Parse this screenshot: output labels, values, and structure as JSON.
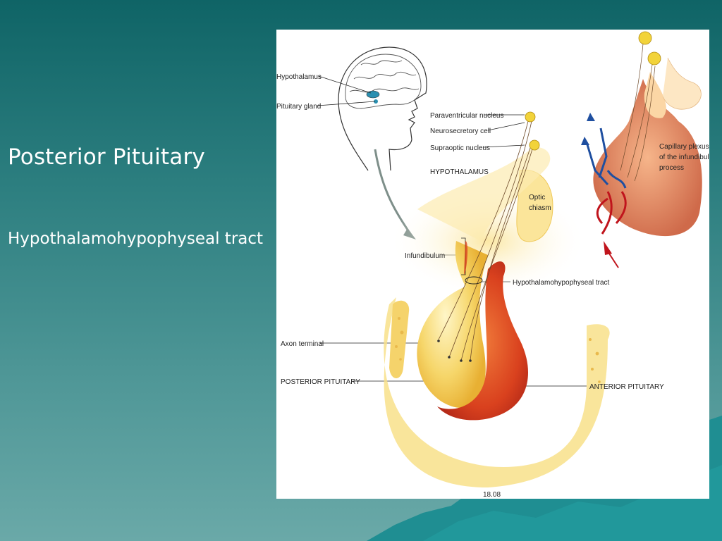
{
  "slide": {
    "title": "Posterior Pituitary",
    "bullet": "Hypothalamohypophyseal tract"
  },
  "figure": {
    "labels": {
      "hypothalamus": "Hypothalamus",
      "pituitary_gland": "Pituitary gland",
      "paraventricular_nucleus": "Paraventricular nucleus",
      "neurosecretory_cell": "Neurosecretory cell",
      "supraoptic_nucleus": "Supraoptic nucleus",
      "hypothalamus_caps": "HYPOTHALAMUS",
      "optic": "Optic",
      "chiasm": "chiasm",
      "capillary_line1": "Capillary plexus",
      "capillary_line2": "of the infundibular",
      "capillary_line3": "process",
      "infundibulum": "Infundibulum",
      "tract": "Hypothalamohypophyseal tract",
      "axon_terminal": "Axon terminal",
      "posterior_pituitary": "POSTERIOR PITUITARY",
      "anterior_pituitary": "ANTERIOR PITUITARY",
      "figure_number": "18.08"
    }
  },
  "colors": {
    "background_top": "#0f6466",
    "background_bottom": "#6aa9a8",
    "mountain": "#1f8e92",
    "posterior_lobe": "#f2c94c",
    "anterior_lobe": "#d9411e",
    "bone": "#f5d36b",
    "vein_blue": "#1f4fa0",
    "artery_red": "#c0141c"
  }
}
